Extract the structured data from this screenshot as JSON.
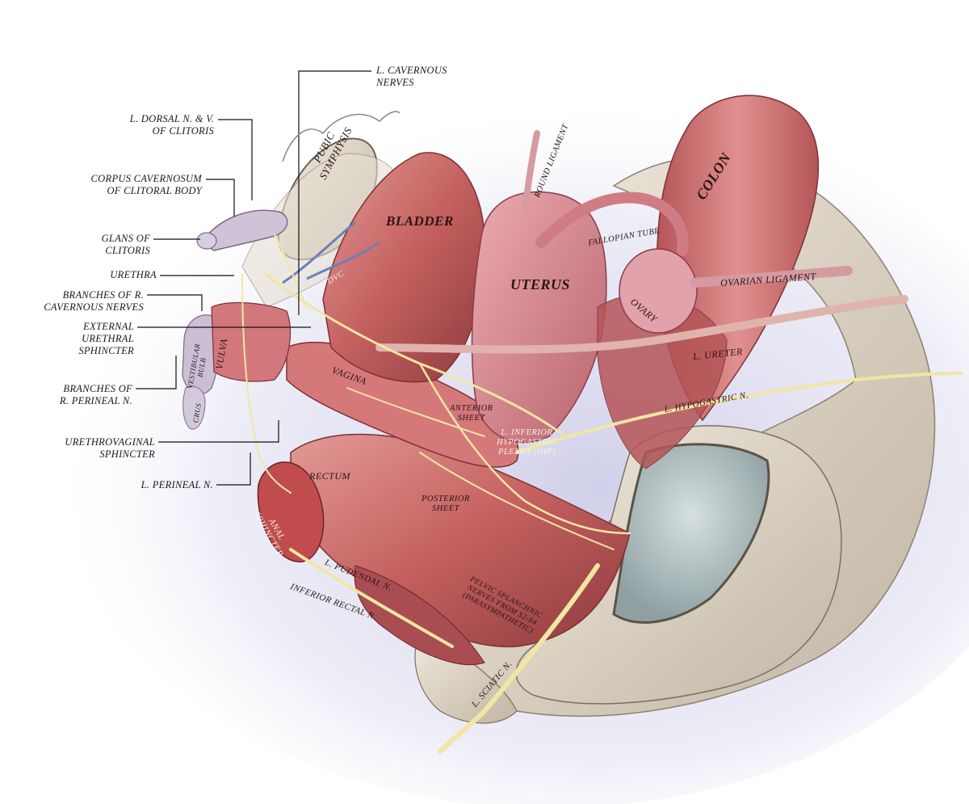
{
  "labels": {
    "l_cavernous": [
      "L. CAVERNOUS",
      "NERVES"
    ],
    "l_dorsal": [
      "L. DORSAL N. & V.",
      "OF CLITORIS"
    ],
    "corpus": [
      "CORPUS CAVERNOSUM",
      "OF CLITORAL BODY"
    ],
    "glans": [
      "GLANS OF",
      "CLITORIS"
    ],
    "urethra": [
      "URETHRA"
    ],
    "branches_cav": [
      "BRANCHES OF R.",
      "CAVERNOUS NERVES"
    ],
    "ext_sphincter": [
      "EXTERNAL",
      "URETHRAL",
      "SPHINCTER"
    ],
    "branches_per": [
      "BRANCHES OF",
      "R. PERINEAL N."
    ],
    "urethrovaginal": [
      "URETHROVAGINAL",
      "SPHINCTER"
    ],
    "l_perineal": [
      "L. PERINEAL N."
    ]
  },
  "organs": {
    "pubic": [
      "PUBIC",
      "SYMPHYSIS"
    ],
    "bladder": "BLADDER",
    "dvc": "DVC",
    "round_lig": "ROUND LIGAMENT",
    "uterus": "UTERUS",
    "colon": "COLON",
    "fallopian": "FALLOPIAN TUBE",
    "ovary": "OVARY",
    "ovarian_lig": "OVARIAN LIGAMENT",
    "vulva": "VULVA",
    "vestibular": [
      "VESTIBULAR",
      "BULB"
    ],
    "crus": "CRUS",
    "vagina": "VAGINA",
    "l_ureter": "L. URETER",
    "anterior_sheet": [
      "ANTERIOR",
      "SHEET"
    ],
    "ihp": [
      "L. INFERIOR",
      "HYPOGASTRIC",
      "PLEXUS (IHP)"
    ],
    "l_hypogastric": "L. HYPOGASTRIC N.",
    "rectum": "RECTUM",
    "posterior_sheet": [
      "POSTERIOR",
      "SHEET"
    ],
    "anal": [
      "ANAL",
      "SPHINCTER"
    ],
    "l_pudendal": "L. PUDENDAL N.",
    "inferior_rectal": "INFERIOR RECTAL N.",
    "pelvic_splanchnic": [
      "PELVIC SPLANCHNIC",
      "NERVES FROM S2-S4",
      "(PARASYMPATHETIC)"
    ],
    "l_sciatic": "L. SCIATIC N."
  },
  "colors": {
    "muscle": "#c9676a",
    "muscle_dark": "#8e3a3e",
    "uterus": "#d4828a",
    "bone": "#ddd3c4",
    "nerve": "#f1e6a3",
    "vein": "#6f7fb8",
    "halo": "#c8c7e6"
  }
}
